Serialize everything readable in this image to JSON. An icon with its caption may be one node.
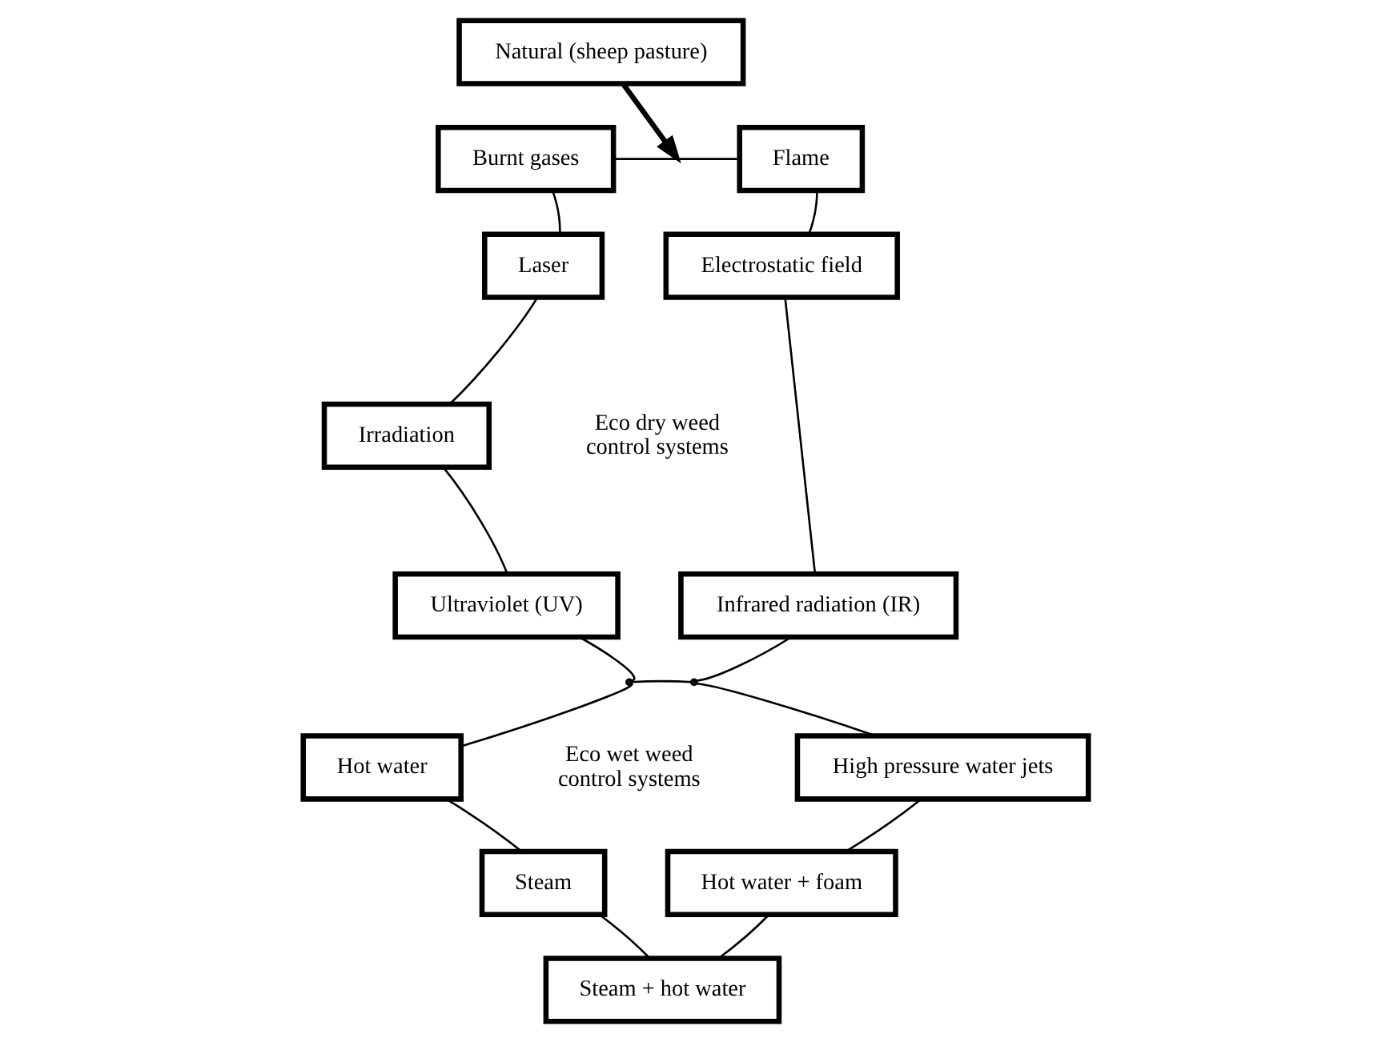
{
  "diagram": {
    "nodes": [
      {
        "text": [
          "Natural (sheep pasture)"
        ]
      },
      {
        "text": [
          "Burnt gases"
        ]
      },
      {
        "text": [
          "Flame"
        ]
      },
      {
        "text": [
          "Laser"
        ]
      },
      {
        "text": [
          "Electrostatic field"
        ]
      },
      {
        "text": [
          "Irradiation"
        ]
      },
      {
        "text": [
          "Ultraviolet (UV)"
        ]
      },
      {
        "text": [
          "Infrared radiation (IR)"
        ]
      },
      {
        "text": [],
        "shape": "point"
      },
      {
        "text": [],
        "shape": "point"
      },
      {
        "text": [
          "Hot water"
        ]
      },
      {
        "text": [
          "High pressure water jets"
        ]
      },
      {
        "text": [
          "Steam"
        ]
      },
      {
        "text": [
          "Hot water + foam"
        ]
      },
      {
        "text": [
          "Steam + hot water"
        ]
      }
    ],
    "edges": [
      {
        "from": 0,
        "to": null,
        "arrow": "to",
        "style": "thick"
      },
      {
        "from": 1,
        "to": 2,
        "arrow": "none"
      },
      {
        "from": 1,
        "to": 3,
        "arrow": "none"
      },
      {
        "from": 3,
        "to": 5,
        "arrow": "none"
      },
      {
        "from": 5,
        "to": 6,
        "arrow": "none"
      },
      {
        "from": 6,
        "to": 8,
        "arrow": "none"
      },
      {
        "from": 8,
        "to": 10,
        "arrow": "none"
      },
      {
        "from": 10,
        "to": 12,
        "arrow": "none"
      },
      {
        "from": 12,
        "to": 14,
        "arrow": "none"
      },
      {
        "from": 14,
        "to": 13,
        "arrow": "none"
      },
      {
        "from": 13,
        "to": 11,
        "arrow": "none"
      },
      {
        "from": 11,
        "to": 9,
        "arrow": "none"
      },
      {
        "from": 9,
        "to": 7,
        "arrow": "none"
      },
      {
        "from": 7,
        "to": 4,
        "arrow": "none"
      },
      {
        "from": 4,
        "to": 2,
        "arrow": "none"
      },
      {
        "from": 8,
        "to": 9,
        "arrow": "none"
      }
    ],
    "labels": [
      "Eco dry weed control systems",
      "Eco wet weed control systems"
    ]
  }
}
